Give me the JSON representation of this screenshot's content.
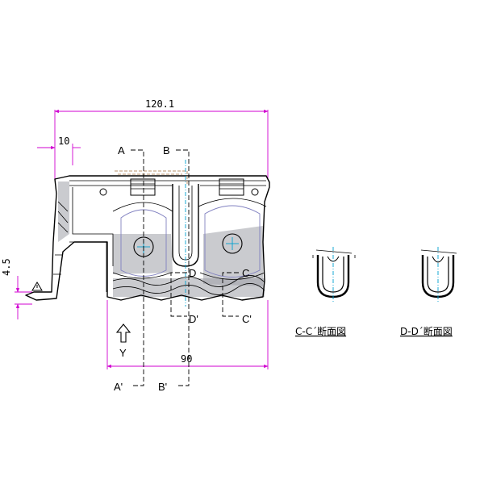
{
  "colors": {
    "dimension": "#d000d0",
    "centerline": "#00a0d0",
    "outline": "#000000",
    "hidden": "#8080c0"
  },
  "dimensions": {
    "overall_width": "120.1",
    "flange_width": "10",
    "bottom_width": "90",
    "tab_height": "4.5"
  },
  "section_markers": {
    "a_top": "A",
    "a_bottom": "A'",
    "b_top": "B",
    "b_bottom": "B'",
    "c_top": "C",
    "c_bottom": "C'",
    "d_top": "D",
    "d_bottom": "D'"
  },
  "view_direction": {
    "label": "Y",
    "arrow_icon": "up-arrow-icon"
  },
  "warning_symbol": "warning-triangle-icon",
  "section_views": [
    {
      "caption": "C-C´断面図"
    },
    {
      "caption": "D-D´断面図"
    }
  ]
}
